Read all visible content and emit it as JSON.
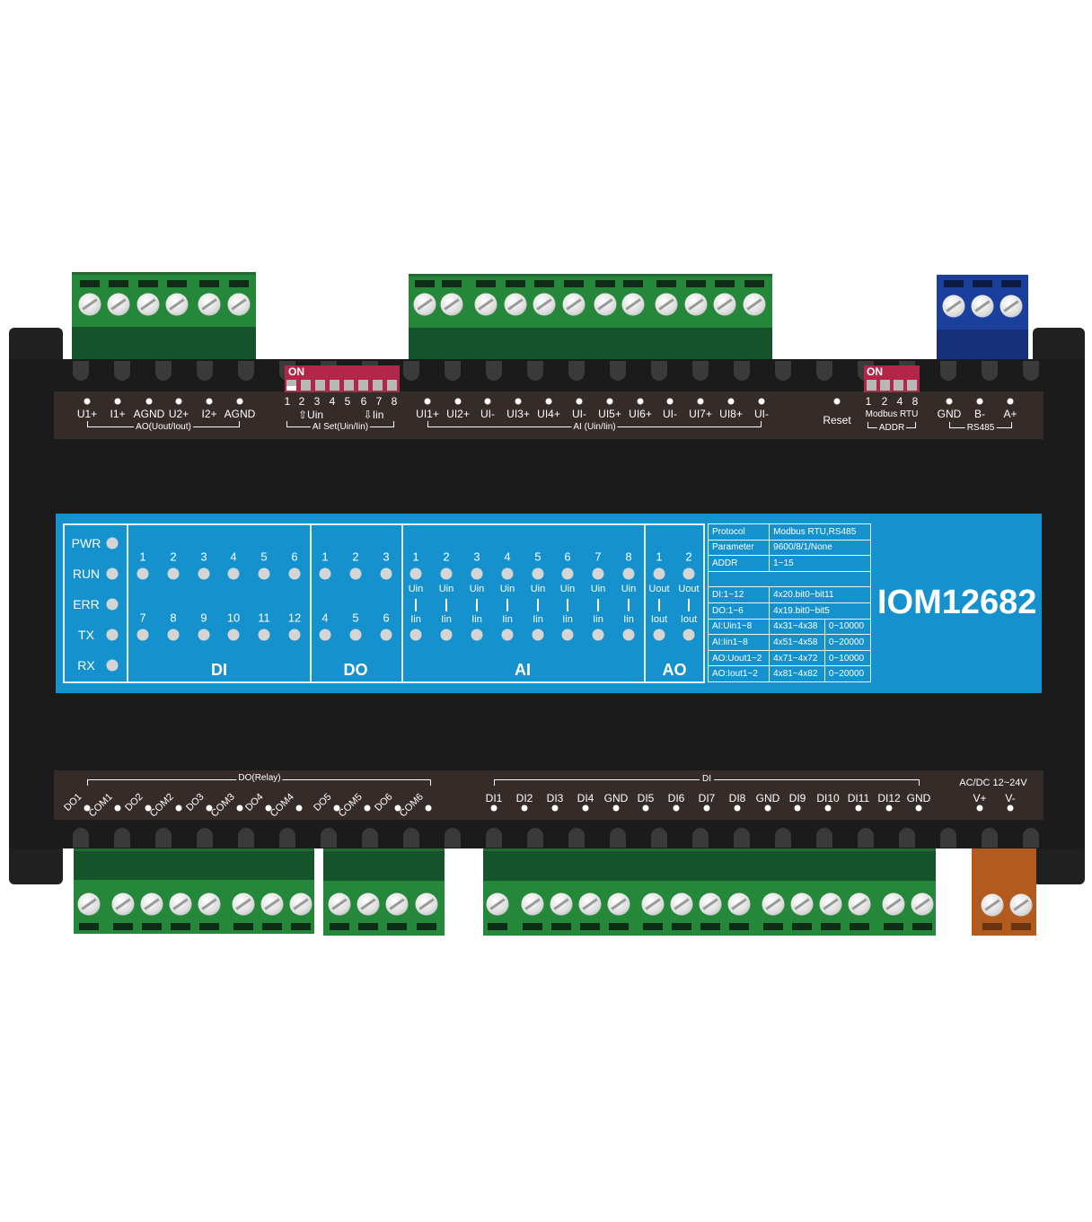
{
  "model": "IOM12682",
  "top": {
    "ao_labels": [
      "U1+",
      "I1+",
      "AGND",
      "U2+",
      "I2+",
      "AGND"
    ],
    "ao_group": "AO(Uout/Iout)",
    "ai_set_numbers": [
      "1",
      "2",
      "3",
      "4",
      "5",
      "6",
      "7",
      "8"
    ],
    "ai_set_uin": "⇧Uin",
    "ai_set_iin": "⇩Iin",
    "ai_set_group": "AI Set(Uin/Iin)",
    "ai_labels": [
      "UI1+",
      "UI2+",
      "UI-",
      "UI3+",
      "UI4+",
      "UI-",
      "UI5+",
      "UI6+",
      "UI-",
      "UI7+",
      "UI8+",
      "UI-"
    ],
    "ai_group": "AI (Uin/Iin)",
    "reset": "Reset",
    "dip_on": "ON",
    "addr_numbers": [
      "1",
      "2",
      "4",
      "8"
    ],
    "addr_protocol": "Modbus RTU",
    "addr_group": "ADDR",
    "rs485_labels": [
      "GND",
      "B-",
      "A+"
    ],
    "rs485_group": "RS485"
  },
  "panel": {
    "status": [
      "PWR",
      "RUN",
      "ERR",
      "TX",
      "RX"
    ],
    "di_numbers": [
      "1",
      "2",
      "3",
      "4",
      "5",
      "6",
      "7",
      "8",
      "9",
      "10",
      "11",
      "12"
    ],
    "do_numbers": [
      "1",
      "2",
      "3",
      "4",
      "5",
      "6"
    ],
    "ai_numbers": [
      "1",
      "2",
      "3",
      "4",
      "5",
      "6",
      "7",
      "8"
    ],
    "ao_numbers": [
      "1",
      "2"
    ],
    "uin": "Uin",
    "iin": "Iin",
    "uout": "Uout",
    "iout": "Iout",
    "sections": {
      "di": "DI",
      "do": "DO",
      "ai": "AI",
      "ao": "AO"
    },
    "info": [
      [
        "Protocol",
        "Modbus RTU,RS485"
      ],
      [
        "Parameter",
        "9600/8/1/None"
      ],
      [
        "ADDR",
        "1~15"
      ],
      [
        ""
      ],
      [
        "DI:1~12",
        "4x20.bit0~bit11"
      ],
      [
        "DO:1~6",
        "4x19.bit0~bit5"
      ],
      [
        "AI:Uin1~8",
        "4x31~4x38",
        "0~10000"
      ],
      [
        "AI:Iin1~8",
        "4x51~4x58",
        "0~20000"
      ],
      [
        "AO:Uout1~2",
        "4x71~4x72",
        "0~10000"
      ],
      [
        "AO:Iout1~2",
        "4x81~4x82",
        "0~20000"
      ]
    ]
  },
  "bottom": {
    "do_labels": [
      "DO1",
      "COM1",
      "DO2",
      "COM2",
      "DO3",
      "COM3",
      "DO4",
      "COM4",
      "DO5",
      "COM5",
      "DO6",
      "COM6"
    ],
    "do_group": "DO(Relay)",
    "di_labels": [
      "DI1",
      "DI2",
      "DI3",
      "DI4",
      "GND",
      "DI5",
      "DI6",
      "DI7",
      "DI8",
      "GND",
      "DI9",
      "DI10",
      "DI11",
      "DI12",
      "GND"
    ],
    "di_group": "DI",
    "power_title": "AC/DC 12~24V",
    "power_labels": [
      "V+",
      "V-"
    ]
  },
  "colors": {
    "panel": "#1592cd",
    "strip": "#352b28",
    "terminal_green": "#25873a",
    "terminal_blue": "#1b3f9c",
    "terminal_orange": "#b35a1e",
    "dip": "#b2264a"
  }
}
